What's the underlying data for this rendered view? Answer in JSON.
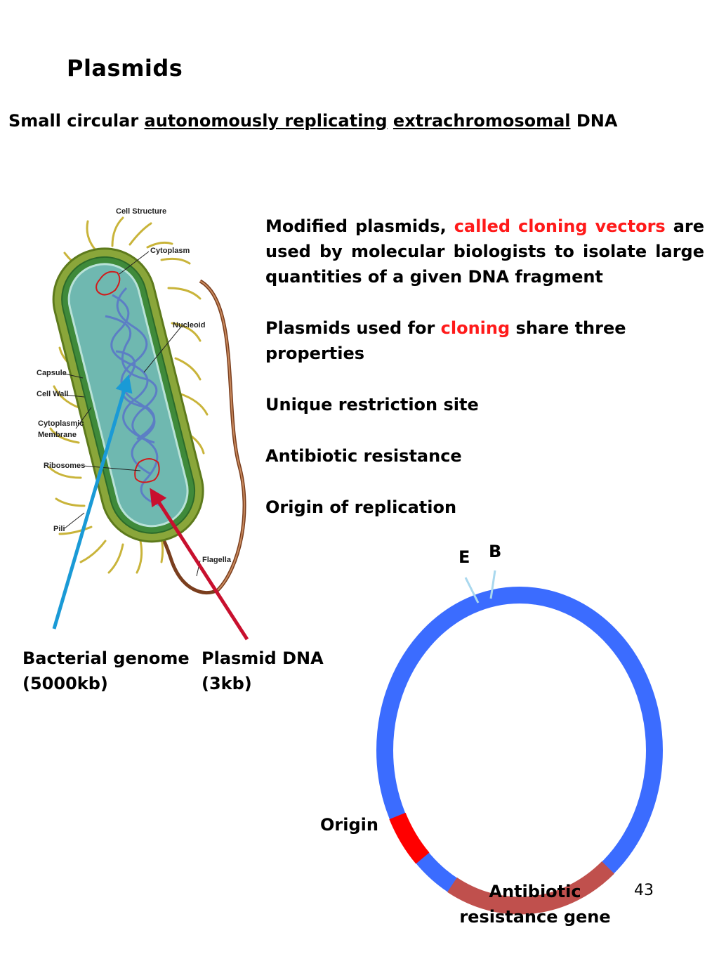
{
  "title": "Plasmids",
  "subtitle": {
    "part1": "Small circular ",
    "part2": "autonomously replicating",
    "part3": " ",
    "part4": "extrachromosomal",
    "part5": " DNA"
  },
  "para1": {
    "part1": "Modified plasmids, ",
    "part2": "called cloning vectors",
    "part3": " are used by molecular biologists to isolate large quantities of a given DNA fragment"
  },
  "para2": {
    "part1": "Plasmids used for ",
    "part2": "cloning",
    "part3": " share three properties"
  },
  "properties": [
    "Unique restriction site",
    "Antibiotic resistance",
    "Origin of replication"
  ],
  "cell_image": {
    "heading": "Cell Structure",
    "labels": {
      "cytoplasm": "Cytoplasm",
      "nucleoid": "Nucleoid",
      "capsule": "Capsule",
      "cell_wall": "Cell Wall",
      "cytoplasmic": "Cytoplasmic",
      "membrane": "Membrane",
      "ribosomes": "Ribosomes",
      "pili": "Pili",
      "flagella": "Flagella"
    }
  },
  "bacterial_genome": {
    "line1": "Bacterial genome",
    "line2": "(5000kb)"
  },
  "plasmid_dna": {
    "line1": "Plasmid DNA",
    "line2": "(3kb)"
  },
  "plasmid_map": {
    "site_e": "E",
    "site_b": "B",
    "origin": "Origin",
    "resistance_line1": "Antibiotic",
    "resistance_line2": "resistance gene",
    "colors": {
      "backbone": "#3b6cff",
      "origin": "#ff0000",
      "resistance": "#c0504d",
      "sites": "#a9d8ee"
    }
  },
  "arrows": {
    "genome_arrow": "#1a9ad6",
    "plasmid_arrow": "#c8102e"
  },
  "page_number": "43"
}
